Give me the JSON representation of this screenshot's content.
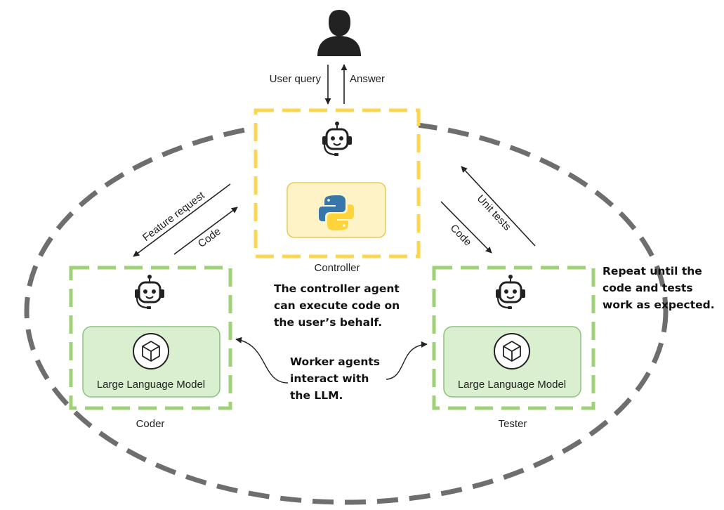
{
  "user": {
    "query_label": "User query",
    "answer_label": "Answer"
  },
  "controller": {
    "label": "Controller",
    "note_lines": [
      "The controller agent",
      "can execute code on",
      "the user’s behalf."
    ]
  },
  "coder": {
    "label": "Coder",
    "model_label": "Large Language Model"
  },
  "tester": {
    "label": "Tester",
    "model_label": "Large Language Model"
  },
  "edges": {
    "feature_request": "Feature request",
    "code_to_controller": "Code",
    "code_to_tester": "Code",
    "unit_tests": "Unit tests"
  },
  "notes": {
    "workers_lines": [
      "Worker agents",
      "interact with",
      "the LLM."
    ],
    "repeat_lines": [
      "Repeat until the",
      "code and tests",
      "work as expected."
    ]
  },
  "colors": {
    "outer_dash": "#6e6e6e",
    "controller_dash": "#fcd553",
    "worker_dash": "#9fd178",
    "python_box_fill": "#fdf3c7",
    "python_box_stroke": "#e8c95a",
    "llm_box_fill": "#d9efcf",
    "llm_box_stroke": "#8ac27a"
  }
}
